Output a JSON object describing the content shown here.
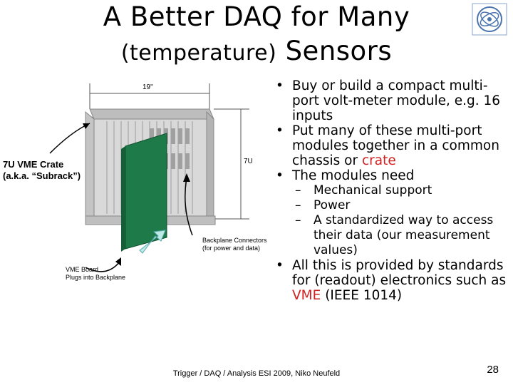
{
  "slide": {
    "title_line1": "A Better DAQ for Many",
    "title_line2_paren": "(temperature)",
    "title_line2_rest": "Sensors"
  },
  "diagram": {
    "dim_width": "19\"",
    "dim_height": "7U",
    "crate_label_1": "7U VME Crate",
    "crate_label_2": "(a.k.a. “Subrack”)",
    "backplane_label_1": "Backplane Connectors",
    "backplane_label_2": "(for power and data)",
    "board_label_1": "VME Board",
    "board_label_2": "Plugs into Backplane"
  },
  "bullets": {
    "b1": "Buy or build a compact multi-port volt-meter module, e.g. 16 inputs",
    "b2_pre": "Put many of these multi-port modules together in a common chassis or ",
    "b2_red": "crate",
    "b3": "The modules need",
    "sub1": "Mechanical support",
    "sub2": "Power",
    "sub3": "A standardized way to access their data (our measurement values)",
    "b4_pre": "All this is provided by standards for (readout) electronics such as ",
    "b4_red": "VME",
    "b4_post": " (IEEE 1014)"
  },
  "footer": {
    "text": "Trigger / DAQ / Analysis ESI 2009, Niko Neufeld",
    "page_number": "28"
  },
  "colors": {
    "red_accent": "#d21f1f",
    "board_green": "#1f7a4a",
    "crate_gray": "#c9c9c9"
  }
}
